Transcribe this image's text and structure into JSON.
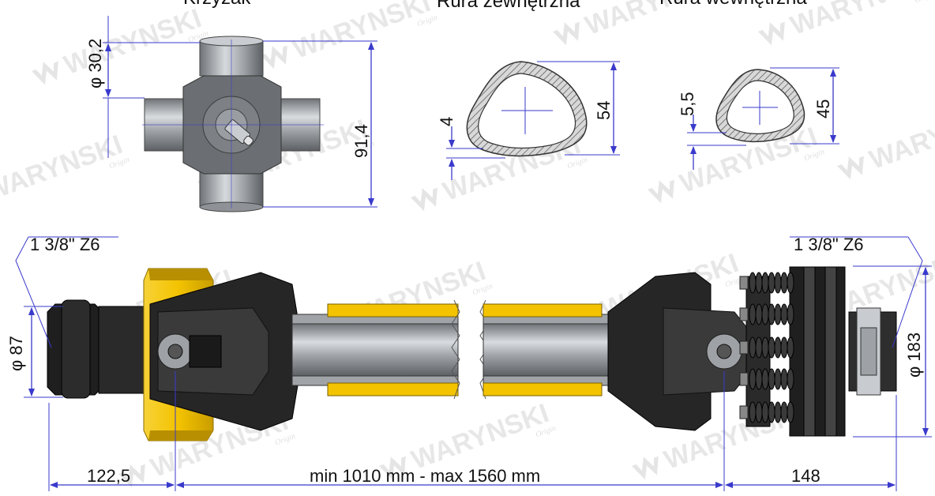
{
  "titles": {
    "cross": "Krzyżak",
    "outer_tube": "Rura zewnętrzna",
    "inner_tube": "Rura wewnętrzna"
  },
  "cross_dims": {
    "diameter": "φ 30,2",
    "length": "91,4"
  },
  "outer_dims": {
    "wall": "4",
    "height": "54"
  },
  "inner_dims": {
    "wall": "5,5",
    "height": "45"
  },
  "shaft": {
    "spline_left": "1 3/8\" Z6",
    "spline_right": "1 3/8\" Z6",
    "diameter_left": "φ 87",
    "diameter_right": "φ 183",
    "len_left": "122,5",
    "len_mid": "min 1010 mm - max 1560 mm",
    "len_right": "148"
  },
  "watermark": {
    "brand": "WARYNSKI",
    "sub": "Origin"
  },
  "colors": {
    "yellow": "#f3c300",
    "dark": "#2a2a2a",
    "steel": "#a8acb0",
    "dim_line": "#3a3acc"
  }
}
